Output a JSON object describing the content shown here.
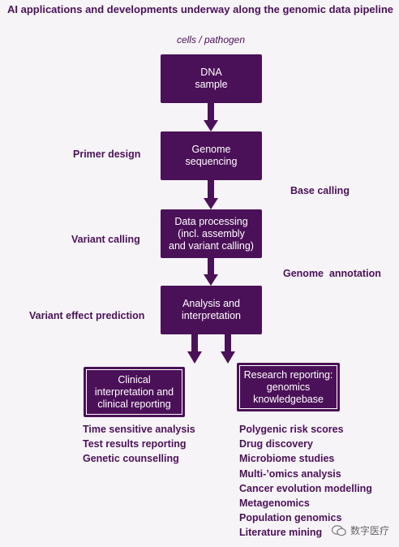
{
  "title": "AI applications and developments underway along the genomic data pipeline",
  "subtitle": "cells / pathogen",
  "boxes": {
    "dna": [
      "DNA",
      "sample"
    ],
    "sequencing": [
      "Genome",
      "sequencing"
    ],
    "processing": [
      "Data processing",
      "(incl. assembly",
      "and variant calling)"
    ],
    "analysis": [
      "Analysis and",
      "interpretation"
    ],
    "clinical": [
      "Clinical",
      "interpretation and",
      "clinical reporting"
    ],
    "research": [
      "Research reporting:",
      "genomics",
      "knowledgebase"
    ]
  },
  "side_labels": {
    "primer_design": "Primer design",
    "base_calling": "Base calling",
    "variant_calling": "Variant calling",
    "genome_annotation": "Genome  annotation",
    "variant_effect": "Variant effect prediction"
  },
  "clinical_list": [
    "Time sensitive analysis",
    "Test results reporting",
    "Genetic counselling"
  ],
  "research_list": [
    "Polygenic risk scores",
    "Drug discovery",
    "Microbiome studies",
    "Multi-’omics analysis",
    "Cancer evolution modelling",
    "Metagenomics",
    "Population genomics",
    "Literature mining"
  ],
  "watermark": "数字医疗",
  "colors": {
    "primary": "#4b1158",
    "background": "#f6f4f7"
  },
  "icons": {
    "arrow": "down-arrow-icon",
    "watermark": "wechat-icon"
  }
}
